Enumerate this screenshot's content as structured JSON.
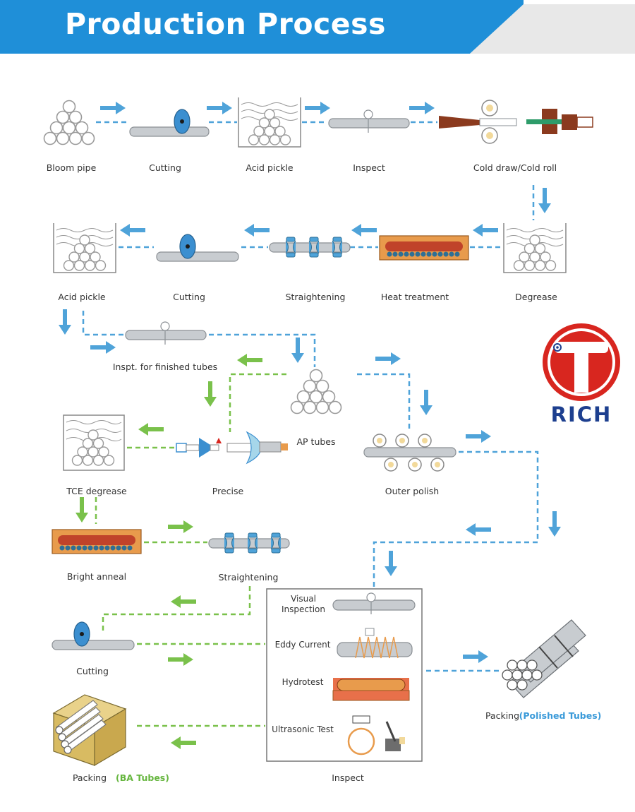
{
  "header": {
    "title": "Production Process"
  },
  "brand": {
    "name": "RICH",
    "accent": "#d8261f",
    "navy": "#1d3f8f"
  },
  "colors": {
    "blue_flow": "#4fa3d9",
    "green_flow": "#7ac14b",
    "furnace": "#e89b4c",
    "tube": "#b5b9bd"
  },
  "steps": {
    "bloom_pipe": "Bloom pipe",
    "cutting_1": "Cutting",
    "acid_pickle_1": "Acid pickle",
    "inspect_1": "Inspect",
    "cold_draw": "Cold draw/Cold roll",
    "degrease": "Degrease",
    "heat_treatment": "Heat treatment",
    "straightening_1": "Straightening",
    "cutting_2": "Cutting",
    "acid_pickle_2": "Acid pickle",
    "inspt_finished": "Inspt. for finished tubes",
    "ap_tubes": "AP tubes",
    "tce_degrease": "TCE degrease",
    "precise": "Precise",
    "outer_polish": "Outer polish",
    "bright_anneal": "Bright anneal",
    "straightening_2": "Straightening",
    "cutting_3": "Cutting",
    "inspect_final": "Inspect",
    "packing_polished": "Packing",
    "packing_polished_note": "(Polished Tubes)",
    "packing_ba": "Packing",
    "packing_ba_note": "(BA Tubes)"
  },
  "inspect_box": {
    "visual_line1": "Visual",
    "visual_line2": "Inspection",
    "eddy": "Eddy Current",
    "hydro": "Hydrotest",
    "ultrasonic": "Ultrasonic Test"
  }
}
